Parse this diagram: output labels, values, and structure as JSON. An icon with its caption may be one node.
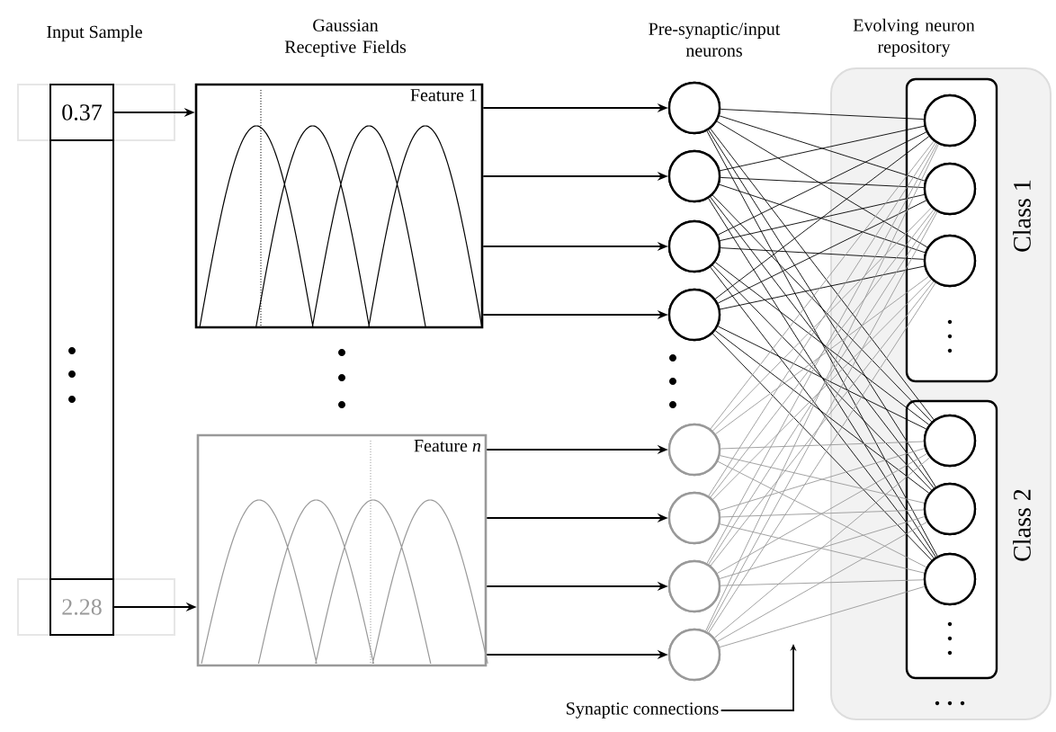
{
  "diagram": {
    "nodes": [
      {
        "text": [
          "Input Sample"
        ]
      },
      {
        "text": [
          "0.37"
        ],
        "in": 0
      },
      {
        "text": [
          "2.28"
        ],
        "in": 0
      },
      {
        "text": [
          "Feature 1"
        ]
      },
      {
        "text": [
          "Feature *n*"
        ]
      },
      {
        "text": [],
        "shape": "circle"
      },
      {
        "text": [],
        "shape": "circle"
      },
      {
        "text": [],
        "shape": "circle"
      },
      {
        "text": [],
        "shape": "circle"
      },
      {
        "text": [],
        "shape": "circle"
      },
      {
        "text": [],
        "shape": "circle"
      },
      {
        "text": [],
        "shape": "circle"
      },
      {
        "text": [],
        "shape": "circle"
      },
      {
        "text": [
          "Evolving neuron repository"
        ]
      },
      {
        "text": [
          "Class 1"
        ],
        "in": 13
      },
      {
        "text": [],
        "shape": "circle",
        "in": 14
      },
      {
        "text": [],
        "shape": "circle",
        "in": 14
      },
      {
        "text": [],
        "shape": "circle",
        "in": 14
      },
      {
        "text": [
          "Class 2"
        ],
        "in": 13
      },
      {
        "text": [],
        "shape": "circle",
        "in": 18
      },
      {
        "text": [],
        "shape": "circle",
        "in": 18
      },
      {
        "text": [],
        "shape": "circle",
        "in": 18
      },
      {
        "text": [
          "Synaptic connections"
        ]
      }
    ],
    "edges": [
      {
        "from": 1,
        "to": 3,
        "arrow": "to"
      },
      {
        "from": 2,
        "to": 4,
        "arrow": "to"
      },
      {
        "from": 3,
        "to": 5,
        "arrow": "to"
      },
      {
        "from": 3,
        "to": 6,
        "arrow": "to"
      },
      {
        "from": 3,
        "to": 7,
        "arrow": "to"
      },
      {
        "from": 3,
        "to": 8,
        "arrow": "to"
      },
      {
        "from": 4,
        "to": 9,
        "arrow": "to"
      },
      {
        "from": 4,
        "to": 10,
        "arrow": "to"
      },
      {
        "from": 4,
        "to": 11,
        "arrow": "to"
      },
      {
        "from": 4,
        "to": 12,
        "arrow": "to"
      },
      {
        "from": 5,
        "to": 15,
        "arrow": "none"
      },
      {
        "from": 5,
        "to": 16,
        "arrow": "none"
      },
      {
        "from": 5,
        "to": 17,
        "arrow": "none"
      },
      {
        "from": 5,
        "to": 19,
        "arrow": "none"
      },
      {
        "from": 5,
        "to": 20,
        "arrow": "none"
      },
      {
        "from": 5,
        "to": 21,
        "arrow": "none"
      },
      {
        "from": 6,
        "to": 15,
        "arrow": "none"
      },
      {
        "from": 6,
        "to": 16,
        "arrow": "none"
      },
      {
        "from": 6,
        "to": 17,
        "arrow": "none"
      },
      {
        "from": 6,
        "to": 19,
        "arrow": "none"
      },
      {
        "from": 6,
        "to": 20,
        "arrow": "none"
      },
      {
        "from": 6,
        "to": 21,
        "arrow": "none"
      },
      {
        "from": 7,
        "to": 15,
        "arrow": "none"
      },
      {
        "from": 7,
        "to": 16,
        "arrow": "none"
      },
      {
        "from": 7,
        "to": 17,
        "arrow": "none"
      },
      {
        "from": 7,
        "to": 19,
        "arrow": "none"
      },
      {
        "from": 7,
        "to": 20,
        "arrow": "none"
      },
      {
        "from": 7,
        "to": 21,
        "arrow": "none"
      },
      {
        "from": 8,
        "to": 15,
        "arrow": "none"
      },
      {
        "from": 8,
        "to": 16,
        "arrow": "none"
      },
      {
        "from": 8,
        "to": 17,
        "arrow": "none"
      },
      {
        "from": 8,
        "to": 19,
        "arrow": "none"
      },
      {
        "from": 8,
        "to": 20,
        "arrow": "none"
      },
      {
        "from": 8,
        "to": 21,
        "arrow": "none"
      },
      {
        "from": 9,
        "to": 15,
        "arrow": "none",
        "color": "#999999"
      },
      {
        "from": 9,
        "to": 16,
        "arrow": "none",
        "color": "#999999"
      },
      {
        "from": 9,
        "to": 17,
        "arrow": "none",
        "color": "#999999"
      },
      {
        "from": 9,
        "to": 19,
        "arrow": "none",
        "color": "#999999"
      },
      {
        "from": 9,
        "to": 20,
        "arrow": "none",
        "color": "#999999"
      },
      {
        "from": 9,
        "to": 21,
        "arrow": "none",
        "color": "#999999"
      },
      {
        "from": 10,
        "to": 15,
        "arrow": "none",
        "color": "#999999"
      },
      {
        "from": 10,
        "to": 16,
        "arrow": "none",
        "color": "#999999"
      },
      {
        "from": 10,
        "to": 17,
        "arrow": "none",
        "color": "#999999"
      },
      {
        "from": 10,
        "to": 19,
        "arrow": "none",
        "color": "#999999"
      },
      {
        "from": 10,
        "to": 20,
        "arrow": "none",
        "color": "#999999"
      },
      {
        "from": 10,
        "to": 21,
        "arrow": "none",
        "color": "#999999"
      },
      {
        "from": 11,
        "to": 15,
        "arrow": "none",
        "color": "#999999"
      },
      {
        "from": 11,
        "to": 16,
        "arrow": "none",
        "color": "#999999"
      },
      {
        "from": 11,
        "to": 17,
        "arrow": "none",
        "color": "#999999"
      },
      {
        "from": 11,
        "to": 19,
        "arrow": "none",
        "color": "#999999"
      },
      {
        "from": 11,
        "to": 20,
        "arrow": "none",
        "color": "#999999"
      },
      {
        "from": 11,
        "to": 21,
        "arrow": "none",
        "color": "#999999"
      },
      {
        "from": 12,
        "to": 15,
        "arrow": "none",
        "color": "#999999"
      },
      {
        "from": 12,
        "to": 16,
        "arrow": "none",
        "color": "#999999"
      },
      {
        "from": 12,
        "to": 17,
        "arrow": "none",
        "color": "#999999"
      },
      {
        "from": 12,
        "to": 19,
        "arrow": "none",
        "color": "#999999"
      },
      {
        "from": 12,
        "to": 20,
        "arrow": "none",
        "color": "#999999"
      },
      {
        "from": 12,
        "to": 21,
        "arrow": "none",
        "color": "#999999"
      },
      {
        "from": 22,
        "to": null,
        "arrow": "to"
      }
    ],
    "labels": [
      "Gaussian Receptive Fields",
      "Pre-synaptic/input neurons"
    ]
  }
}
